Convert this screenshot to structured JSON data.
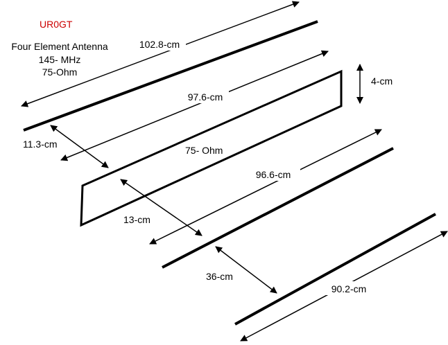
{
  "title": "UR0GT",
  "description": {
    "line1": "Four Element Antenna",
    "line2": "145- MHz",
    "line3": "75-Ohm"
  },
  "elements": {
    "reflector_length": "102.8-cm",
    "driven_length": "97.6-cm",
    "driven_gap": "4-cm",
    "driven_impedance": "75- Ohm",
    "director1_length": "96.6-cm",
    "director2_length": "90.2-cm"
  },
  "spacings": {
    "reflector_to_driven": "11.3-cm",
    "driven_to_director1": "13-cm",
    "director1_to_director2": "36-cm"
  },
  "colors": {
    "title": "#cc0000",
    "lines": "#000000",
    "background": "#ffffff"
  }
}
